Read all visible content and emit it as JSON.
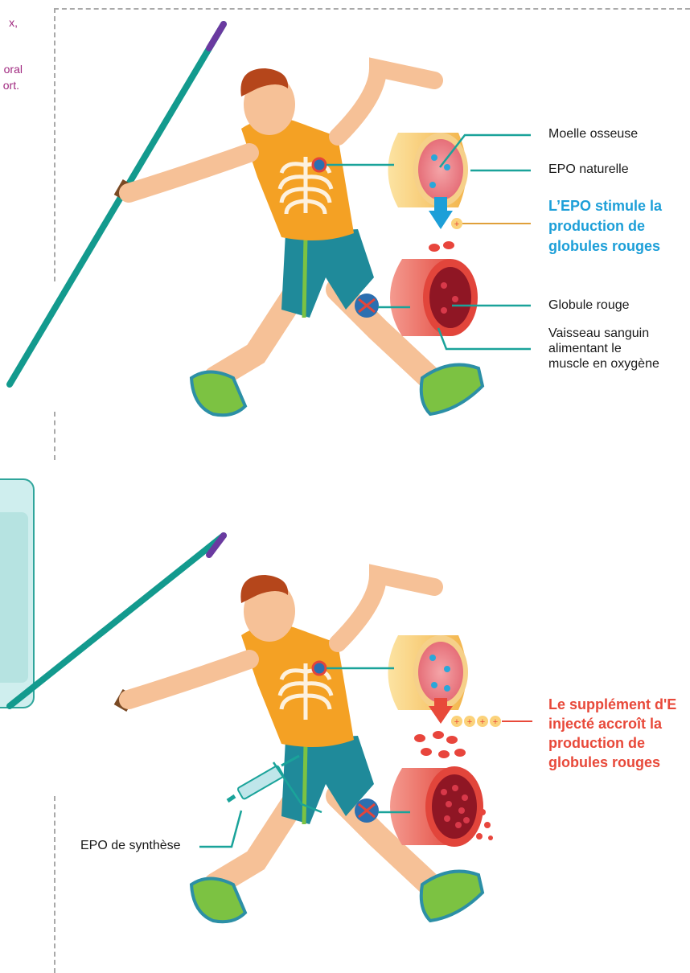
{
  "side_text": {
    "line1": "x,",
    "line2": "oral",
    "line3": "ort."
  },
  "top_panel": {
    "labels": {
      "bone_marrow": "Moelle osseuse",
      "natural_epo": "EPO naturelle",
      "red_cell": "Globule rouge",
      "vessel_line1": "Vaisseau sanguin",
      "vessel_line2": "alimentant le",
      "vessel_line3": "muscle en oxygène"
    },
    "note": {
      "line1": "L’EPO stimule la",
      "line2": "production de",
      "line3": "globules rouges"
    }
  },
  "bottom_panel": {
    "labels": {
      "synthetic_epo": "EPO de synthèse"
    },
    "note": {
      "line1": "Le supplément d'E",
      "line2": "injecté accroît la",
      "line3": "production de",
      "line4": "globules rouges"
    }
  },
  "colors": {
    "teal_leader": "#1aa39a",
    "blue_note": "#1d9fd8",
    "red_note": "#e8493a",
    "side_text": "#a0287f",
    "shirt": "#f4a124",
    "shorts": "#1f8a9a",
    "skin": "#f6c197",
    "hair": "#b5461b",
    "vessel": "#e8453c",
    "bone": "#f5c66a",
    "javelin": "#139a8e"
  }
}
